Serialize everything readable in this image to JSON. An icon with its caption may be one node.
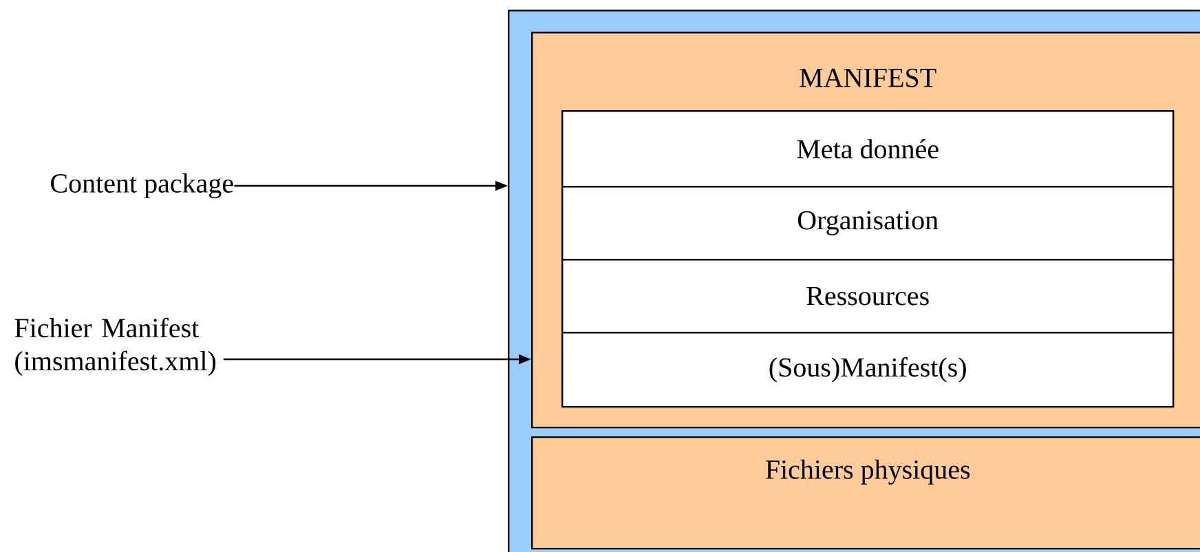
{
  "diagram": {
    "nodes": [
      {
        "text": [],
        "shape": "box"
      },
      {
        "text": [
          "MANIFEST"
        ],
        "in": 0
      },
      {
        "text": [
          "Meta donnée"
        ],
        "in": 1
      },
      {
        "text": [
          "Organisation"
        ],
        "in": 1
      },
      {
        "text": [
          "Ressources"
        ],
        "in": 1
      },
      {
        "text": [
          "(Sous)Manifest(s)"
        ],
        "in": 1
      },
      {
        "text": [
          "Fichiers physiques"
        ],
        "in": 0
      },
      {
        "text": [
          "Content package"
        ]
      },
      {
        "text": [
          "Fichier Manifest (imsmanifest.xml)"
        ]
      }
    ],
    "edges": [
      {
        "from": 7,
        "to": 0,
        "arrow": "to"
      },
      {
        "from": 8,
        "to": 1,
        "arrow": "to"
      }
    ]
  }
}
